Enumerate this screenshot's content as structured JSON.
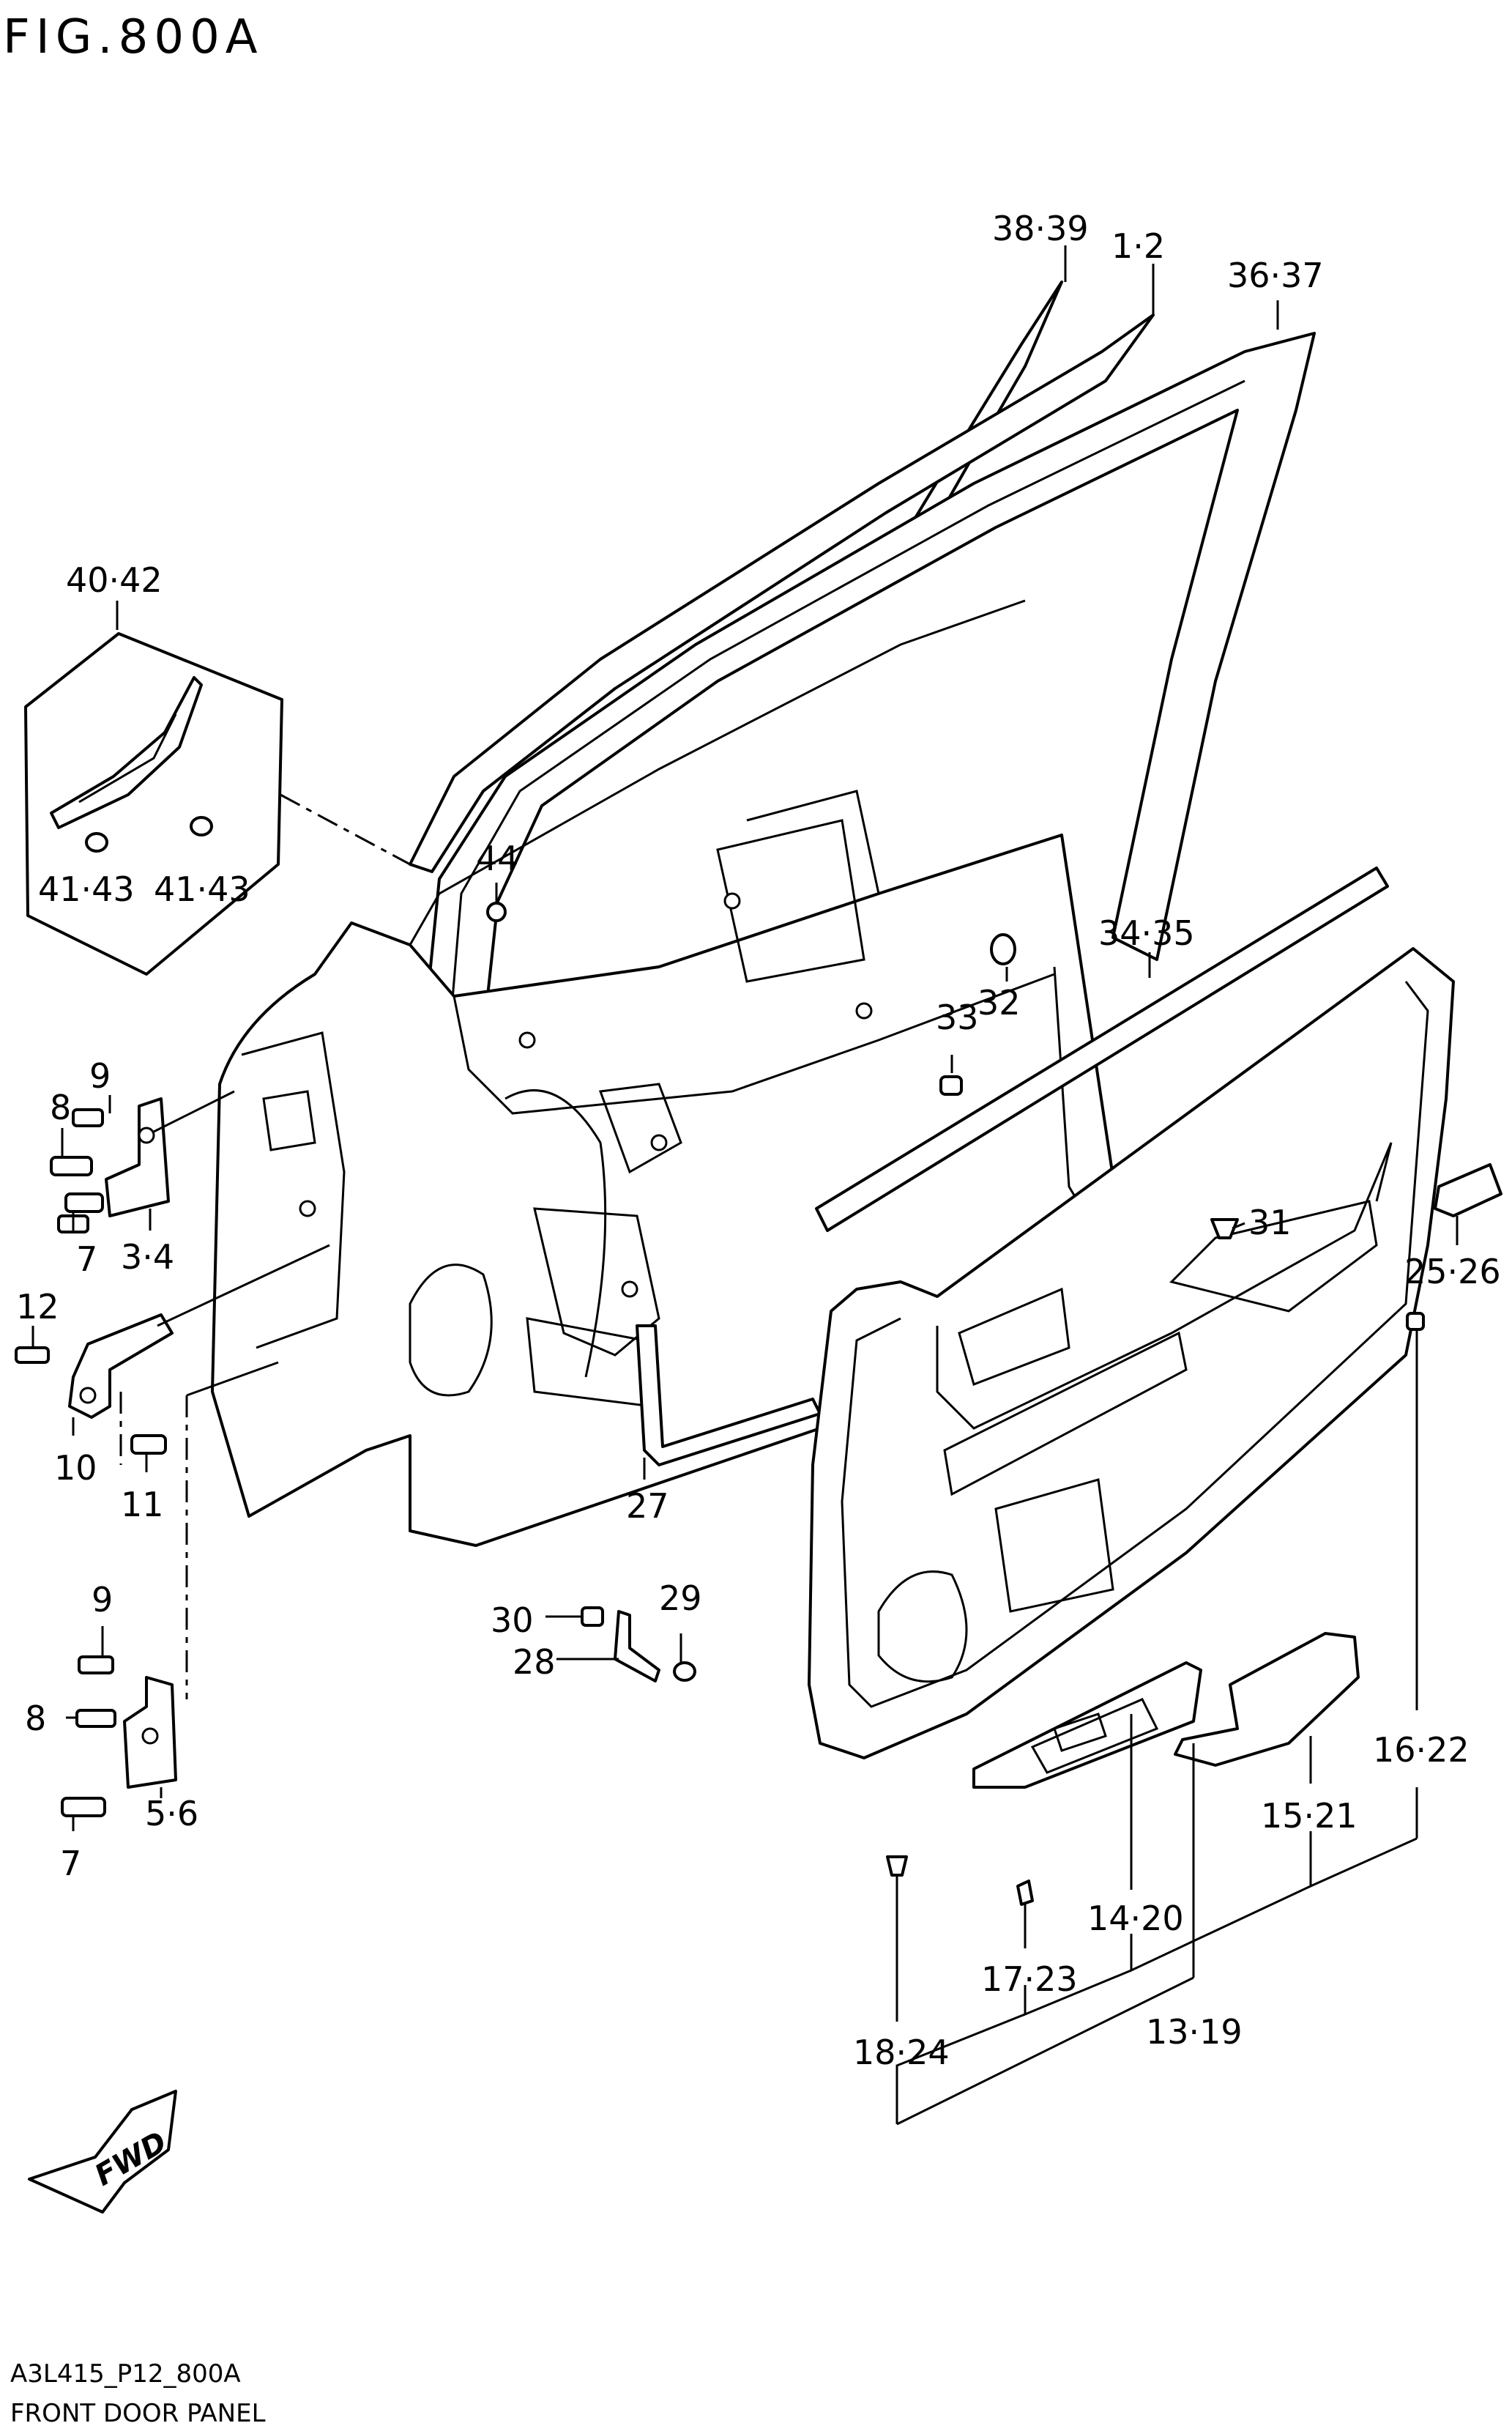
{
  "figure": {
    "title": "FIG.800A",
    "drawing_code": "A3L415_P12_800A",
    "caption": "FRONT DOOR PANEL",
    "direction_badge": "FWD"
  },
  "callouts": [
    {
      "id": "c-38-39",
      "text": "38·39"
    },
    {
      "id": "c-1-2",
      "text": "1·2"
    },
    {
      "id": "c-36-37",
      "text": "36·37"
    },
    {
      "id": "c-40-42",
      "text": "40·42"
    },
    {
      "id": "c-41-43-a",
      "text": "41·43"
    },
    {
      "id": "c-41-43-b",
      "text": "41·43"
    },
    {
      "id": "c-44",
      "text": "44"
    },
    {
      "id": "c-34-35",
      "text": "34·35"
    },
    {
      "id": "c-32",
      "text": "32"
    },
    {
      "id": "c-33",
      "text": "33"
    },
    {
      "id": "c-31",
      "text": "31"
    },
    {
      "id": "c-25-26",
      "text": "25·26"
    },
    {
      "id": "c-9-a",
      "text": "9"
    },
    {
      "id": "c-8-a",
      "text": "8"
    },
    {
      "id": "c-7-a",
      "text": "7"
    },
    {
      "id": "c-3-4",
      "text": "3·4"
    },
    {
      "id": "c-12",
      "text": "12"
    },
    {
      "id": "c-10",
      "text": "10"
    },
    {
      "id": "c-11",
      "text": "11"
    },
    {
      "id": "c-27",
      "text": "27"
    },
    {
      "id": "c-9-b",
      "text": "9"
    },
    {
      "id": "c-8-b",
      "text": "8"
    },
    {
      "id": "c-5-6",
      "text": "5·6"
    },
    {
      "id": "c-7-b",
      "text": "7"
    },
    {
      "id": "c-30",
      "text": "30"
    },
    {
      "id": "c-29",
      "text": "29"
    },
    {
      "id": "c-28",
      "text": "28"
    },
    {
      "id": "c-16-22",
      "text": "16·22"
    },
    {
      "id": "c-15-21",
      "text": "15·21"
    },
    {
      "id": "c-14-20",
      "text": "14·20"
    },
    {
      "id": "c-17-23",
      "text": "17·23"
    },
    {
      "id": "c-18-24",
      "text": "18·24"
    },
    {
      "id": "c-13-19",
      "text": "13·19"
    }
  ]
}
